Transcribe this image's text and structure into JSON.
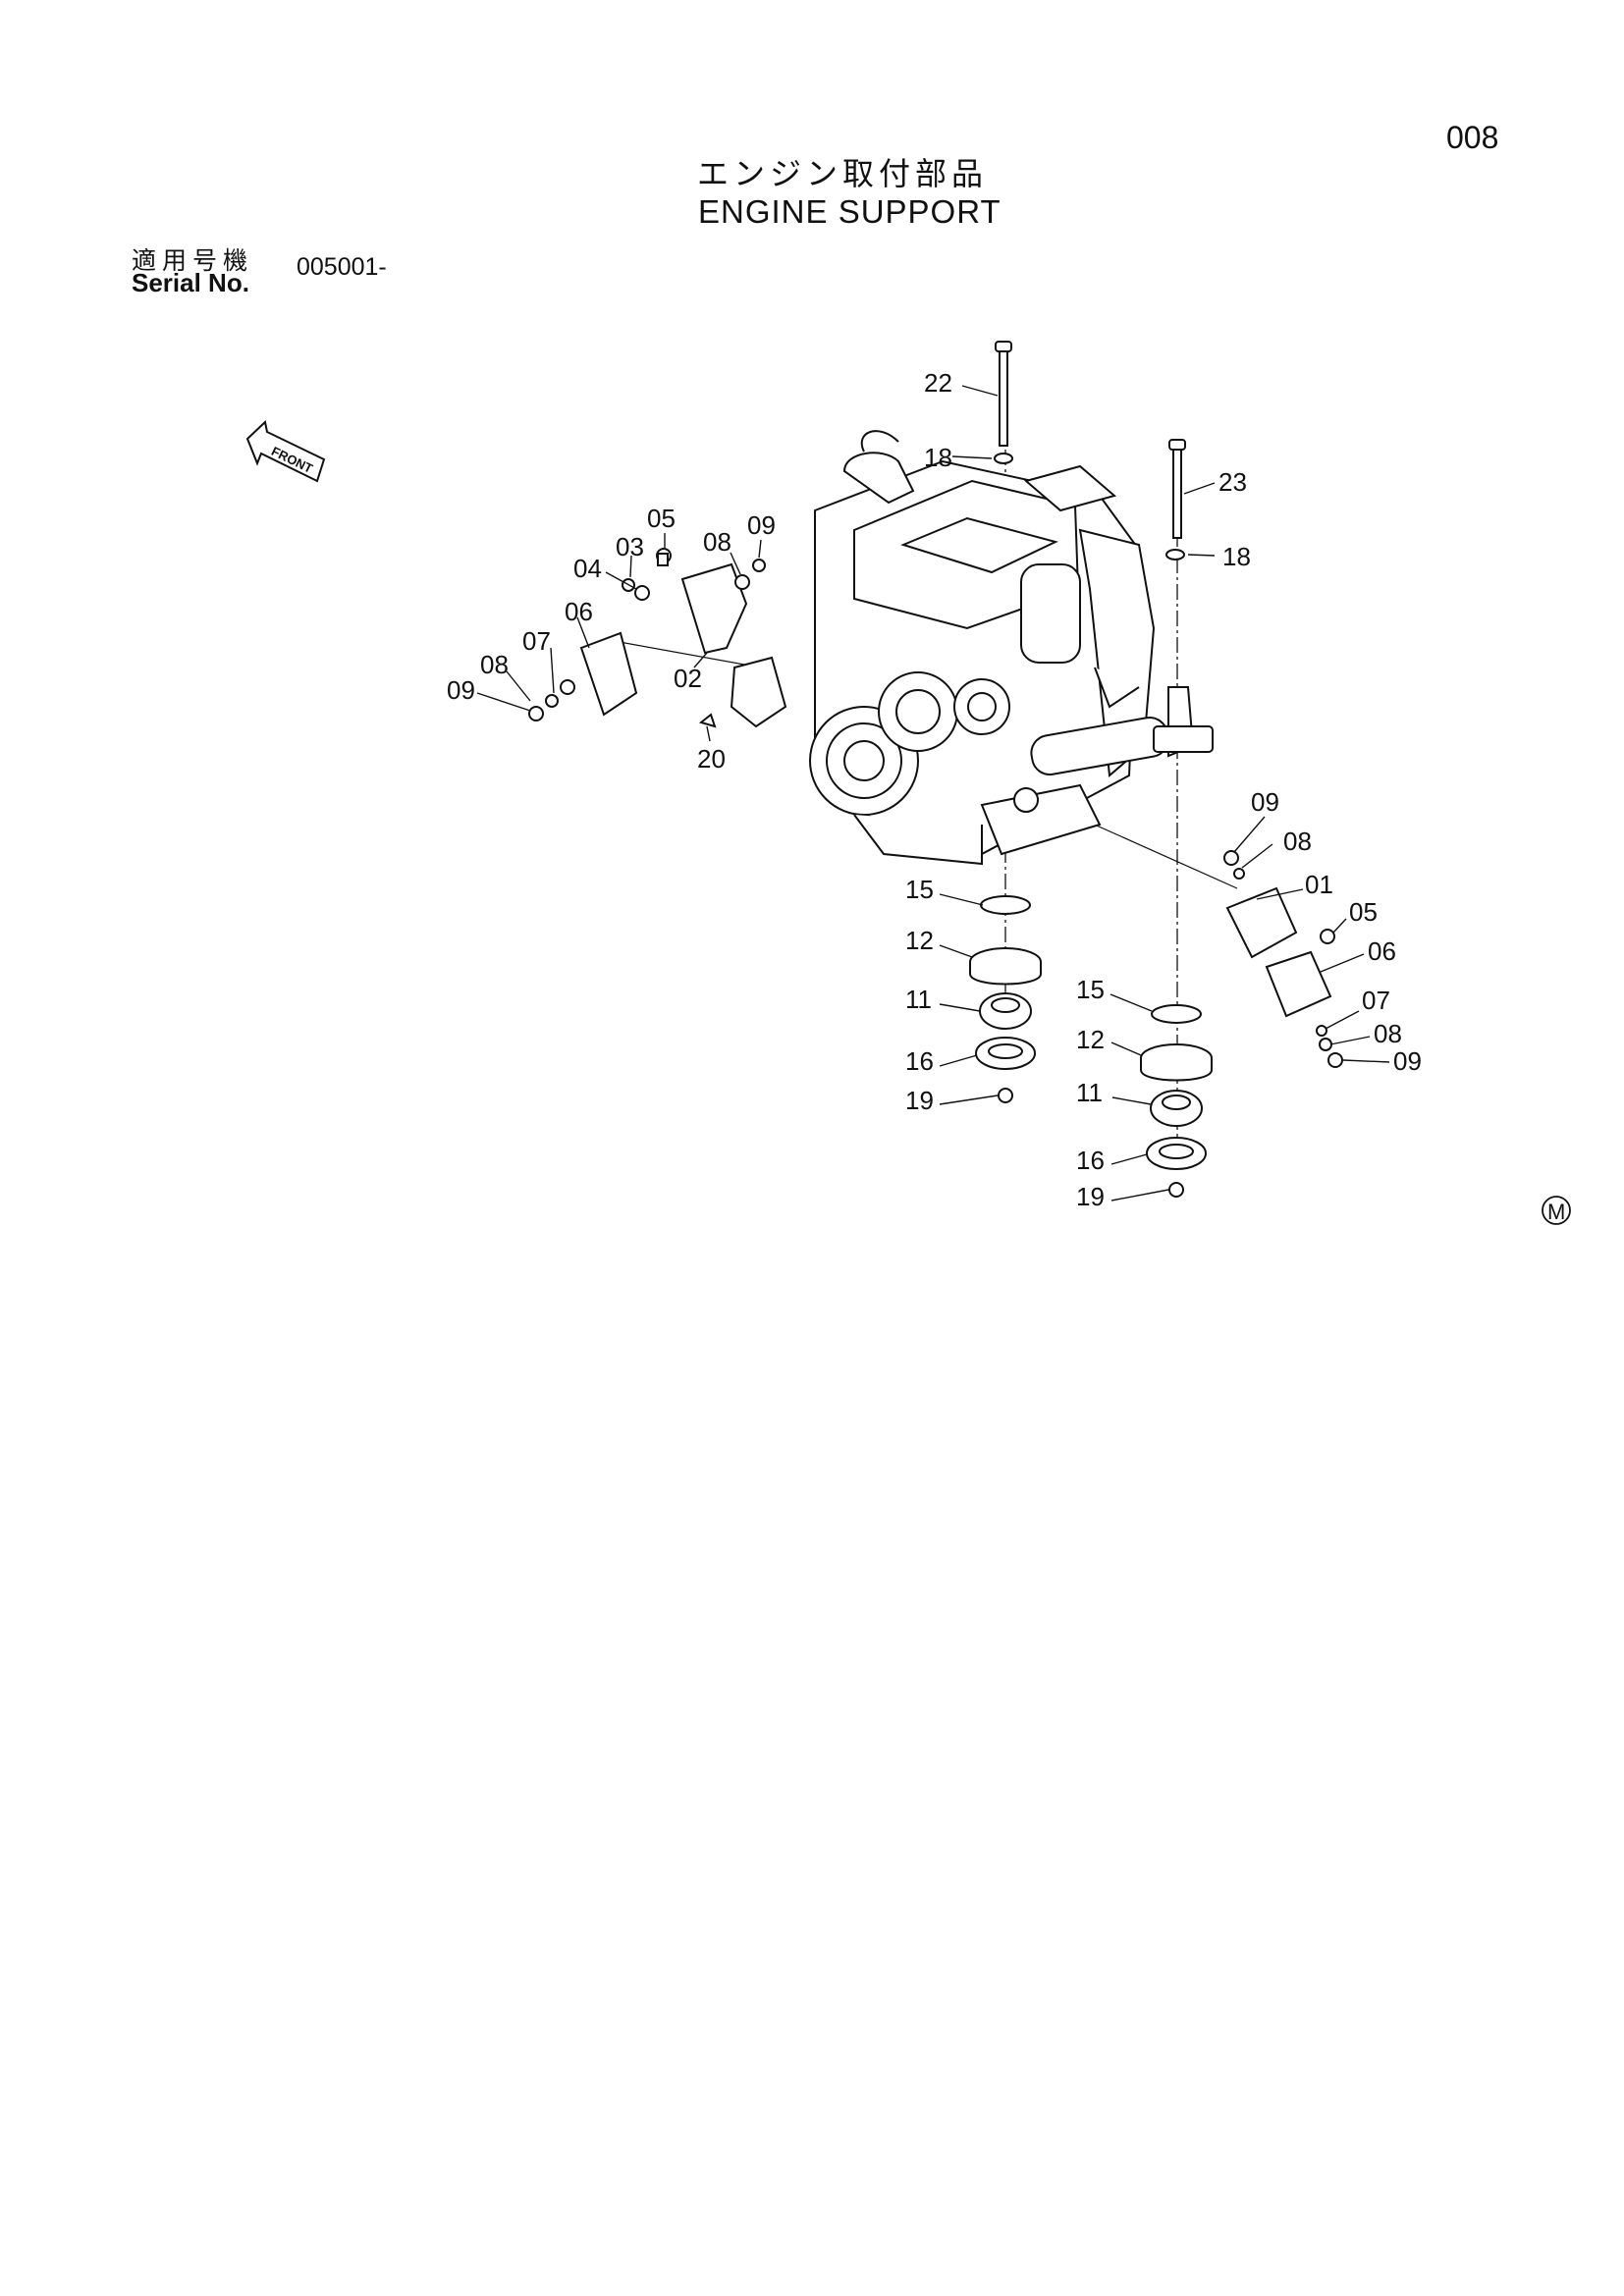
{
  "page": {
    "number": "008"
  },
  "title": {
    "japanese": "エンジン取付部品",
    "english": "ENGINE SUPPORT"
  },
  "serial": {
    "label_japanese": "適用号機",
    "label_english": "Serial No.",
    "value": "005001-"
  },
  "front_marker": {
    "label": "FRONT",
    "icon": "front-arrow-icon"
  },
  "callouts": [
    "22",
    "18",
    "23",
    "18",
    "05",
    "08",
    "09",
    "03",
    "04",
    "06",
    "07",
    "08",
    "09",
    "02",
    "20",
    "09",
    "08",
    "01",
    "05",
    "06",
    "07",
    "08",
    "09",
    "15",
    "12",
    "11",
    "16",
    "19",
    "15",
    "12",
    "11",
    "16",
    "19"
  ],
  "footer_mark": {
    "label": "M"
  }
}
